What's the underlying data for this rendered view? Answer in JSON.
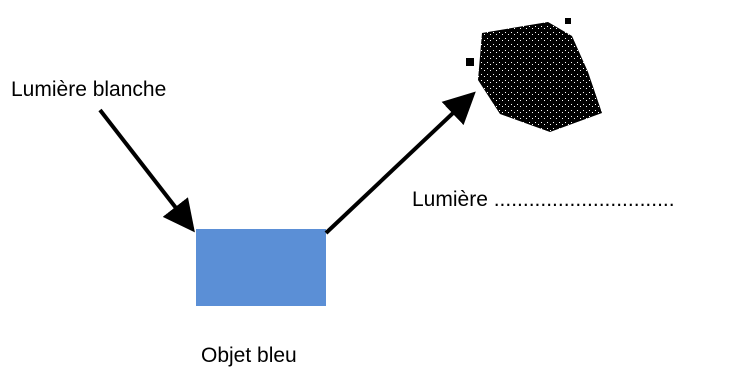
{
  "labels": {
    "incoming_light": "Lumière blanche",
    "reflected_light": "Lumière ...............................",
    "object": "Objet bleu"
  },
  "colors": {
    "object_fill": "#5b8fd6",
    "arrow": "#000000",
    "ink": "#000000"
  },
  "icons": {
    "observer": "black-blob-icon"
  }
}
